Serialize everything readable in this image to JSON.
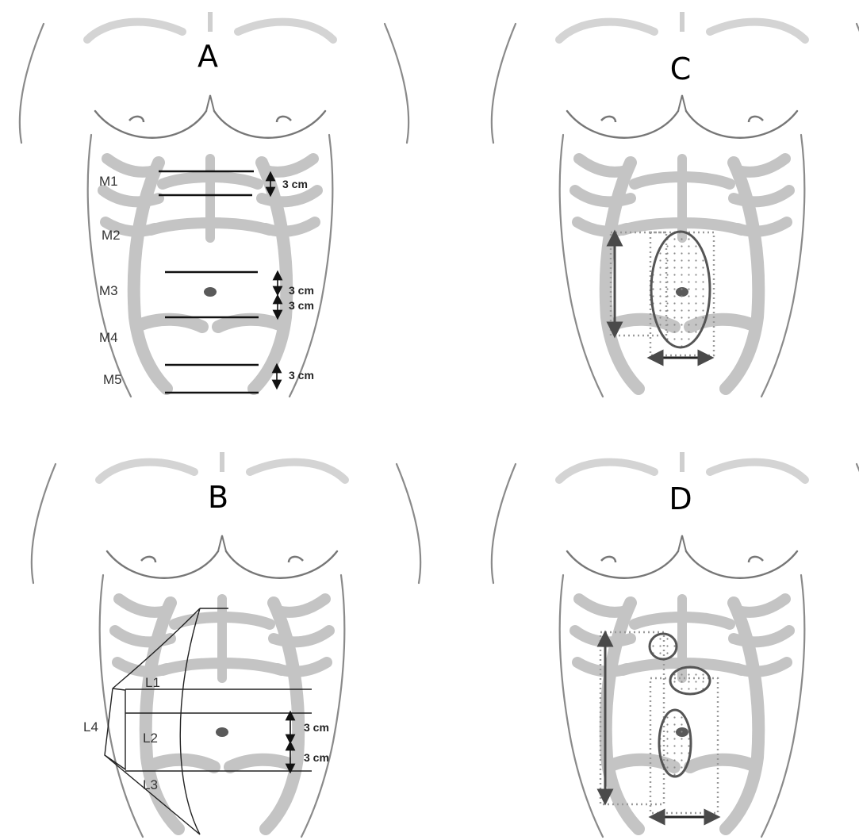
{
  "panels": {
    "A": {
      "letter": "A",
      "zones": [
        "M1",
        "M2",
        "M3",
        "M4",
        "M5"
      ],
      "dims": [
        "3 cm",
        "3 cm",
        "3 cm",
        "3 cm"
      ]
    },
    "B": {
      "letter": "B",
      "zones": [
        "L1",
        "L2",
        "L3",
        "L4"
      ],
      "dims": [
        "3 cm",
        "3 cm"
      ]
    },
    "C": {
      "letter": "C"
    },
    "D": {
      "letter": "D"
    }
  }
}
